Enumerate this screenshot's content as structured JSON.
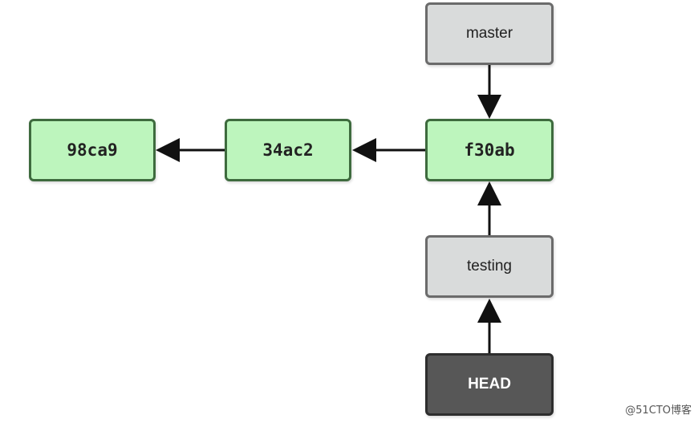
{
  "commits": [
    {
      "id": "98ca9"
    },
    {
      "id": "34ac2"
    },
    {
      "id": "f30ab"
    }
  ],
  "refs": {
    "master": "master",
    "testing": "testing",
    "head": "HEAD"
  },
  "colors": {
    "commit_fill": "#bdf5bd",
    "commit_border": "#3e6b3e",
    "branch_fill": "#d9dbdb",
    "branch_border": "#6b6b6b",
    "head_fill": "#575757",
    "head_border": "#2e2e2e",
    "arrow": "#111111"
  },
  "watermark": "@51CTO博客"
}
